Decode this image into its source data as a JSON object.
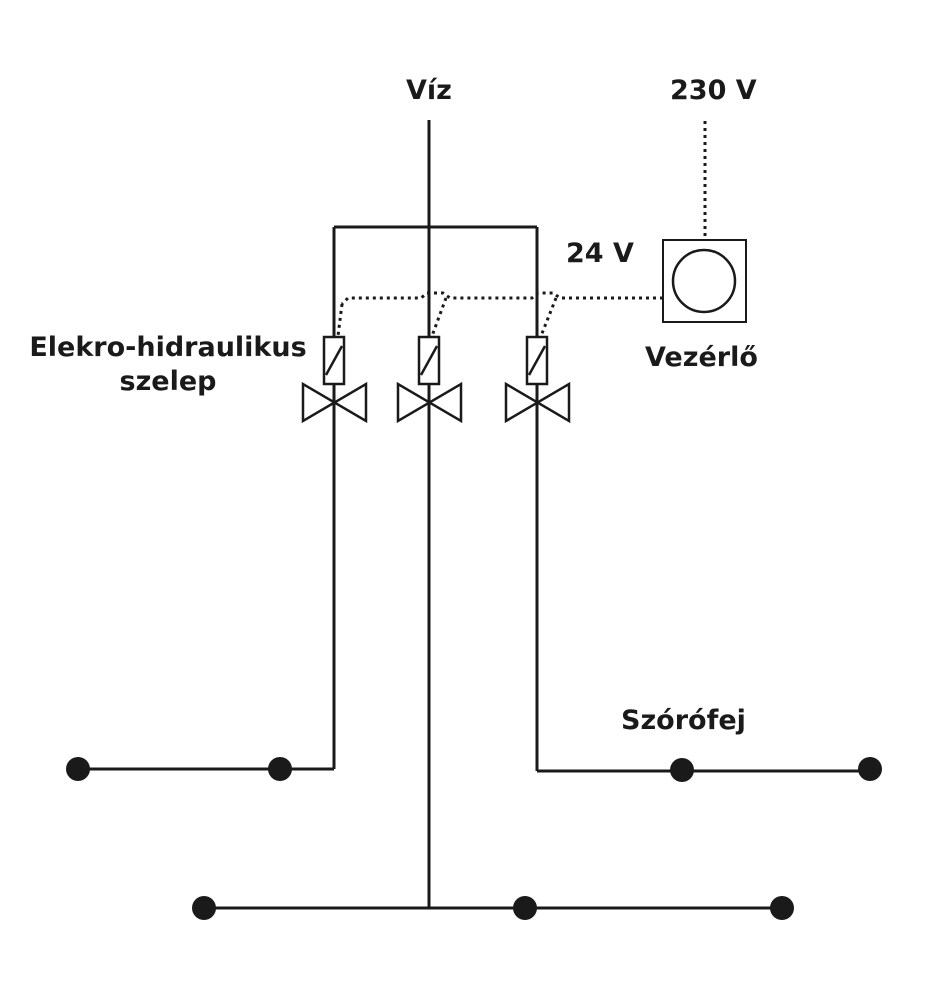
{
  "labels": {
    "water": "Víz",
    "mains_voltage": "230 V",
    "control_voltage": "24 V",
    "valve_line1": "Elekro-hidraulikus",
    "valve_line2": "szelep",
    "controller": "Vezérlő",
    "sprinkler": "Szórófej"
  },
  "colors": {
    "line": "#1a1a1a",
    "background": "#ffffff"
  }
}
